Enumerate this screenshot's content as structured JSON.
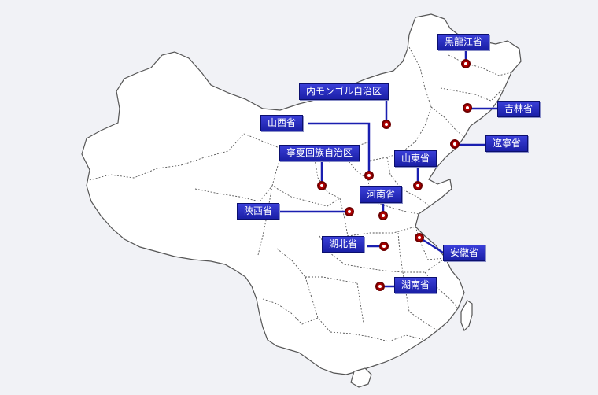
{
  "map": {
    "background_color": "#f1f2f6",
    "land_color": "#ffffff",
    "border_color": "#555555",
    "connector_color": "#1a1fb0",
    "marker_color": "#b10000",
    "label_color": "#2327c4",
    "provinces": [
      {
        "id": "heilongjiang",
        "label": "黒龍江省"
      },
      {
        "id": "neimenggu",
        "label": "内モンゴル自治区"
      },
      {
        "id": "jilin",
        "label": "吉林省"
      },
      {
        "id": "shanxi",
        "label": "山西省"
      },
      {
        "id": "liaoning",
        "label": "遼寧省"
      },
      {
        "id": "ningxia",
        "label": "寧夏回族自治区"
      },
      {
        "id": "shandong",
        "label": "山東省"
      },
      {
        "id": "henan",
        "label": "河南省"
      },
      {
        "id": "shaanxi",
        "label": "陝西省"
      },
      {
        "id": "hubei",
        "label": "湖北省"
      },
      {
        "id": "anhui",
        "label": "安徽省"
      },
      {
        "id": "hunan",
        "label": "湖南省"
      }
    ]
  }
}
